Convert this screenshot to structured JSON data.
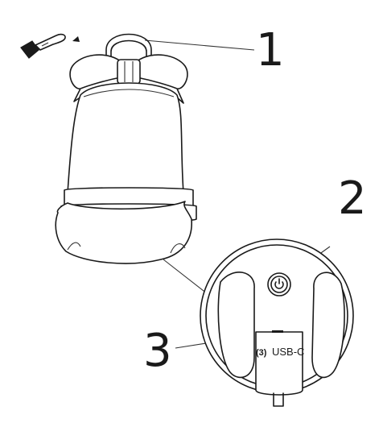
{
  "callouts": [
    {
      "number": "1",
      "part": "hanging-ring"
    },
    {
      "number": "2",
      "part": "power-button"
    },
    {
      "number": "3",
      "part": "usb-c-port"
    }
  ],
  "port_label": {
    "index": "(3)",
    "text": "USB-C"
  },
  "icons": [
    "brush-icon",
    "power-icon"
  ]
}
